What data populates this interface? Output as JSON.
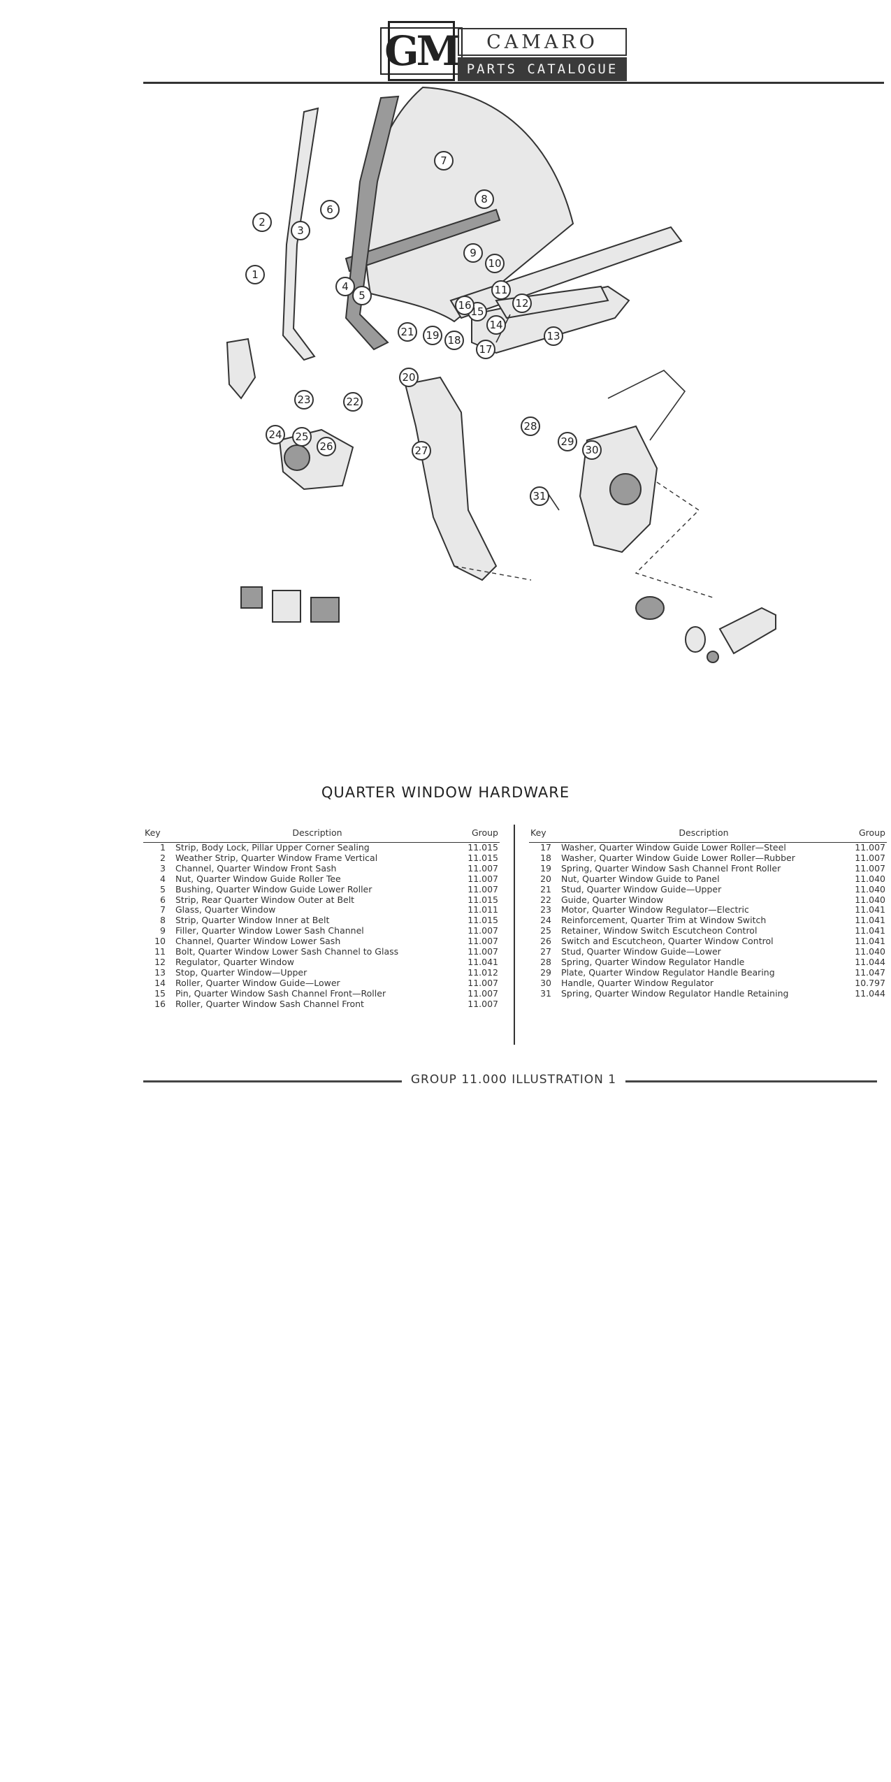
{
  "header": {
    "brand": "GM",
    "model": "CAMARO",
    "catalogue": "PARTS CATALOGUE"
  },
  "illustration": {
    "callouts": [
      "1",
      "2",
      "3",
      "4",
      "5",
      "6",
      "7",
      "8",
      "9",
      "10",
      "11",
      "12",
      "13",
      "14",
      "15",
      "16",
      "17",
      "18",
      "19",
      "20",
      "21",
      "22",
      "23",
      "24",
      "25",
      "26",
      "27",
      "28",
      "29",
      "30",
      "31"
    ]
  },
  "section_title": "QUARTER WINDOW HARDWARE",
  "table": {
    "headers": {
      "key": "Key",
      "description": "Description",
      "group": "Group"
    },
    "left_rows": [
      {
        "key": "1",
        "description": "Strip, Body Lock, Pillar Upper Corner Sealing",
        "group": "11.015"
      },
      {
        "key": "2",
        "description": "Weather Strip, Quarter Window Frame Vertical",
        "group": "11.015"
      },
      {
        "key": "3",
        "description": "Channel, Quarter Window Front Sash",
        "group": "11.007"
      },
      {
        "key": "4",
        "description": "Nut, Quarter Window Guide Roller Tee",
        "group": "11.007"
      },
      {
        "key": "5",
        "description": "Bushing, Quarter Window Guide Lower Roller",
        "group": "11.007"
      },
      {
        "key": "6",
        "description": "Strip, Rear Quarter Window Outer at Belt",
        "group": "11.015"
      },
      {
        "key": "7",
        "description": "Glass, Quarter Window",
        "group": "11.011"
      },
      {
        "key": "8",
        "description": "Strip, Quarter Window Inner at Belt",
        "group": "11.015"
      },
      {
        "key": "9",
        "description": "Filler, Quarter Window Lower Sash Channel",
        "group": "11.007"
      },
      {
        "key": "10",
        "description": "Channel, Quarter Window Lower Sash",
        "group": "11.007"
      },
      {
        "key": "11",
        "description": "Bolt, Quarter Window Lower Sash Channel to Glass",
        "group": "11.007"
      },
      {
        "key": "12",
        "description": "Regulator, Quarter Window",
        "group": "11.041"
      },
      {
        "key": "13",
        "description": "Stop, Quarter Window—Upper",
        "group": "11.012"
      },
      {
        "key": "14",
        "description": "Roller, Quarter Window Guide—Lower",
        "group": "11.007"
      },
      {
        "key": "15",
        "description": "Pin, Quarter Window Sash Channel Front—Roller",
        "group": "11.007"
      },
      {
        "key": "16",
        "description": "Roller, Quarter Window Sash Channel Front",
        "group": "11.007"
      }
    ],
    "right_rows": [
      {
        "key": "17",
        "description": "Washer, Quarter Window Guide Lower Roller—Steel",
        "group": "11.007"
      },
      {
        "key": "18",
        "description": "Washer, Quarter Window Guide Lower Roller—Rubber",
        "group": "11.007"
      },
      {
        "key": "19",
        "description": "Spring, Quarter Window Sash Channel Front Roller",
        "group": "11.007"
      },
      {
        "key": "20",
        "description": "Nut, Quarter Window Guide to Panel",
        "group": "11.040"
      },
      {
        "key": "21",
        "description": "Stud, Quarter Window Guide—Upper",
        "group": "11.040"
      },
      {
        "key": "22",
        "description": "Guide, Quarter Window",
        "group": "11.040"
      },
      {
        "key": "23",
        "description": "Motor, Quarter Window Regulator—Electric",
        "group": "11.041"
      },
      {
        "key": "24",
        "description": "Reinforcement, Quarter Trim at Window Switch",
        "group": "11.041"
      },
      {
        "key": "25",
        "description": "Retainer, Window Switch Escutcheon Control",
        "group": "11.041"
      },
      {
        "key": "26",
        "description": "Switch and Escutcheon, Quarter Window Control",
        "group": "11.041"
      },
      {
        "key": "27",
        "description": "Stud, Quarter Window Guide—Lower",
        "group": "11.040"
      },
      {
        "key": "28",
        "description": "Spring, Quarter Window Regulator Handle",
        "group": "11.044"
      },
      {
        "key": "29",
        "description": "Plate, Quarter Window Regulator Handle Bearing",
        "group": "11.047"
      },
      {
        "key": "30",
        "description": "Handle, Quarter Window Regulator",
        "group": "10.797"
      },
      {
        "key": "31",
        "description": "Spring, Quarter Window Regulator Handle Retaining",
        "group": "11.044"
      }
    ]
  },
  "footer": "GROUP 11.000 ILLUSTRATION 1"
}
